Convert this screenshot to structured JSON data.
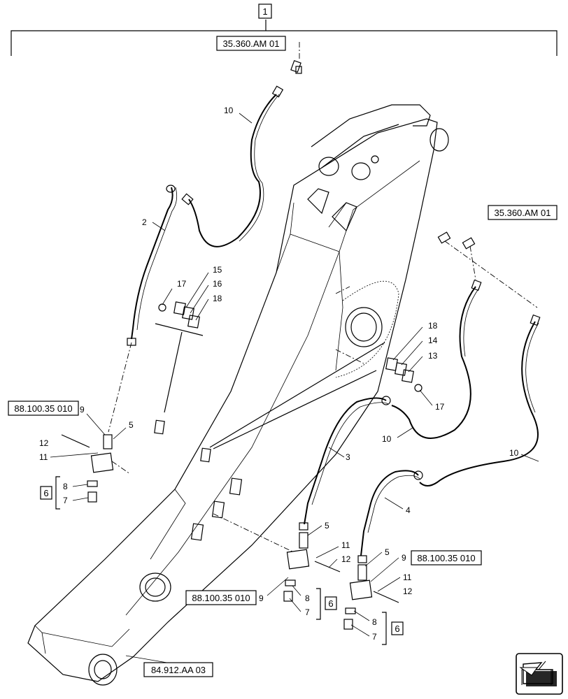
{
  "top_callout": "1",
  "refs": {
    "r1": "35.360.AM 01",
    "r2": "35.360.AM 01",
    "r3": "88.100.35 010",
    "r4": "88.100.35 010",
    "r5": "88.100.35 010",
    "r6": "84.912.AA 03"
  },
  "kits": {
    "k1": "6",
    "k2": "6",
    "k3": "6"
  },
  "labels": {
    "l10a": "10",
    "l2": "2",
    "l17a": "17",
    "l15": "15",
    "l16": "16",
    "l18a": "18",
    "l18b": "18",
    "l14": "14",
    "l13": "13",
    "l17b": "17",
    "l9a": "9",
    "l5a": "5",
    "l12a": "12",
    "l11a": "11",
    "l8a": "8",
    "l7a": "7",
    "l10b": "10",
    "l3": "3",
    "l10c": "10",
    "l4": "4",
    "l5b": "5",
    "l11b": "11",
    "l12b": "12",
    "l9b": "9",
    "l8b": "8",
    "l7b": "7",
    "l5c": "5",
    "l9c": "9",
    "l11c": "11",
    "l12c": "12",
    "l8c": "8",
    "l7c": "7"
  },
  "icons": {
    "nav": "forward-arrow-icon"
  }
}
